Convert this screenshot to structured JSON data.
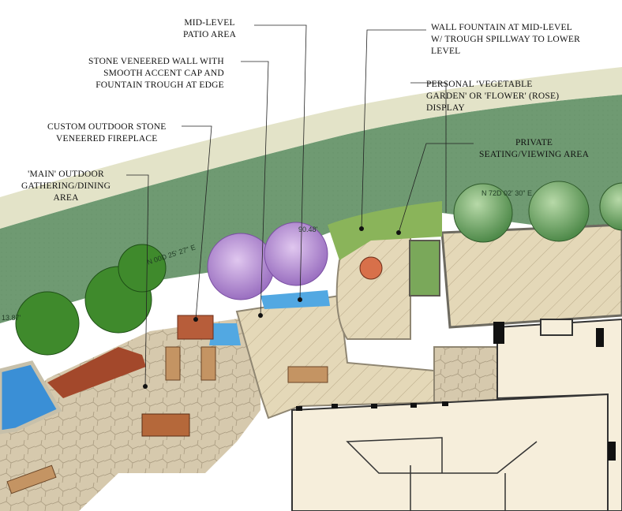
{
  "callouts": {
    "mid_level_patio": [
      "MID-LEVEL",
      "PATIO AREA"
    ],
    "stone_wall": [
      "STONE VENEERED WALL WITH",
      "SMOOTH ACCENT CAP AND",
      "FOUNTAIN TROUGH AT EDGE"
    ],
    "fireplace": [
      "CUSTOM OUTDOOR STONE",
      "VENEERED FIREPLACE"
    ],
    "main_gathering": [
      "'MAIN' OUTDOOR",
      "GATHERING/DINING",
      "AREA"
    ],
    "wall_fountain": [
      "WALL FOUNTAIN AT MID-LEVEL",
      "W/ TROUGH SPILLWAY TO LOWER",
      "LEVEL"
    ],
    "garden": [
      "PERSONAL 'VEGETABLE",
      "GARDEN' OR 'FLOWER' (ROSE)",
      "DISPLAY"
    ],
    "private_seating": [
      "PRIVATE",
      "SEATING/VIEWING AREA"
    ]
  },
  "bearings": {
    "b1": "N 72D 02' 30\" E",
    "b2": "N 00D 25' 27\" E",
    "b3": "90.48'",
    "b4": "13.87'"
  },
  "colors": {
    "lawn": "#6f9a72",
    "lawn_border": "#c9c9a0",
    "stone_paving": "#d9ccb0",
    "patio_tile": "#e3d6b5",
    "wall": "#a8a08a",
    "water": "#3a8fd6",
    "flowering_tree": "#b489d3",
    "palm": "#3f8a2c",
    "shrub": "#1f6b2a",
    "brick": "#a3482b",
    "house": "#f6eedb"
  },
  "icons": [
    "flowering-tree-icon",
    "palm-tree-icon",
    "table-chairs-icon",
    "lounge-chair-icon",
    "shrub-icon"
  ]
}
